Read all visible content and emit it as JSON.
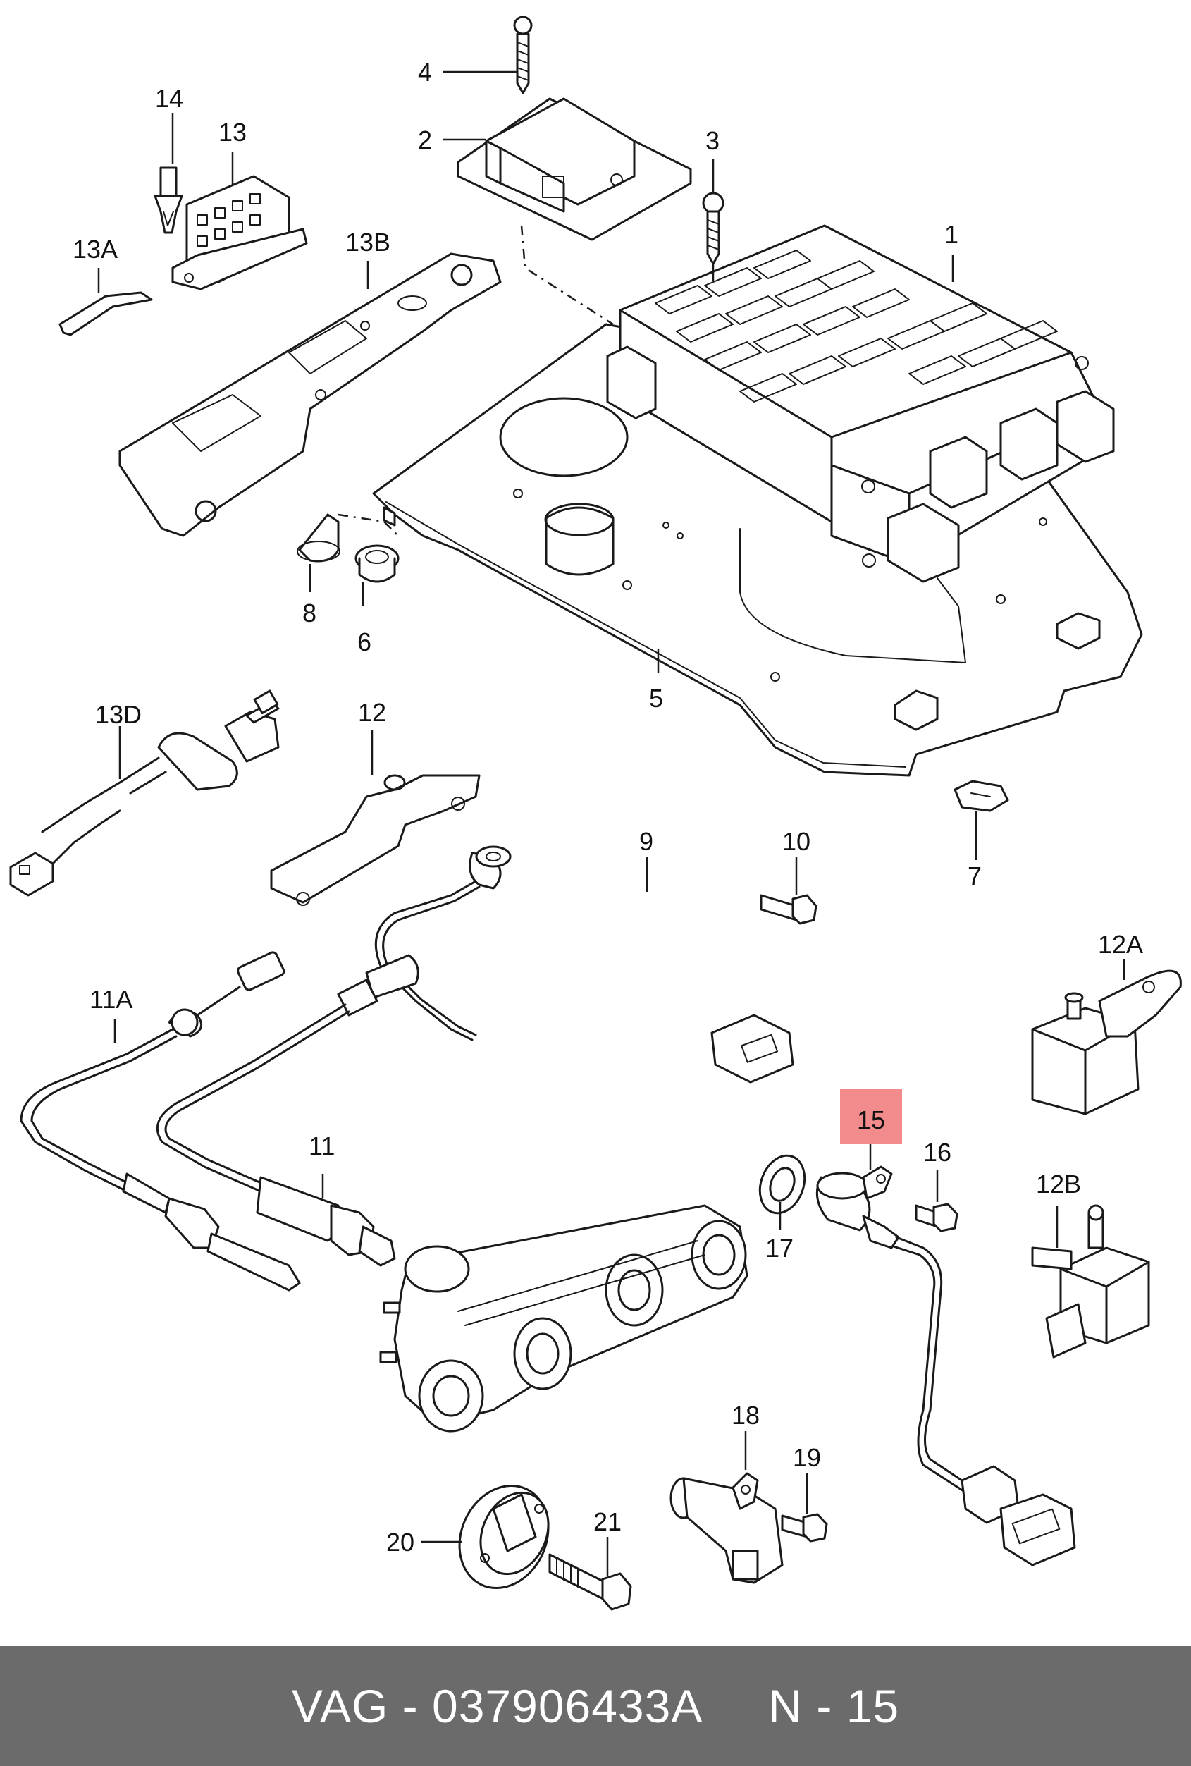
{
  "diagram": {
    "callouts": [
      {
        "id": "1",
        "label": "1"
      },
      {
        "id": "2",
        "label": "2"
      },
      {
        "id": "3",
        "label": "3"
      },
      {
        "id": "4",
        "label": "4"
      },
      {
        "id": "5",
        "label": "5"
      },
      {
        "id": "6",
        "label": "6"
      },
      {
        "id": "7",
        "label": "7"
      },
      {
        "id": "8",
        "label": "8"
      },
      {
        "id": "9",
        "label": "9"
      },
      {
        "id": "10",
        "label": "10"
      },
      {
        "id": "11",
        "label": "11"
      },
      {
        "id": "11A",
        "label": "11A"
      },
      {
        "id": "12",
        "label": "12"
      },
      {
        "id": "12A",
        "label": "12A"
      },
      {
        "id": "12B",
        "label": "12B"
      },
      {
        "id": "13",
        "label": "13"
      },
      {
        "id": "13A",
        "label": "13A"
      },
      {
        "id": "13B",
        "label": "13B"
      },
      {
        "id": "13D",
        "label": "13D"
      },
      {
        "id": "14",
        "label": "14"
      },
      {
        "id": "15",
        "label": "15",
        "highlighted": true
      },
      {
        "id": "16",
        "label": "16"
      },
      {
        "id": "17",
        "label": "17"
      },
      {
        "id": "18",
        "label": "18"
      },
      {
        "id": "19",
        "label": "19"
      },
      {
        "id": "20",
        "label": "20"
      },
      {
        "id": "21",
        "label": "21"
      }
    ],
    "highlight_color": "#f28b8b"
  },
  "footer": {
    "text": "VAG - 037906433A     N - 15",
    "background": "#6b6b6b"
  }
}
